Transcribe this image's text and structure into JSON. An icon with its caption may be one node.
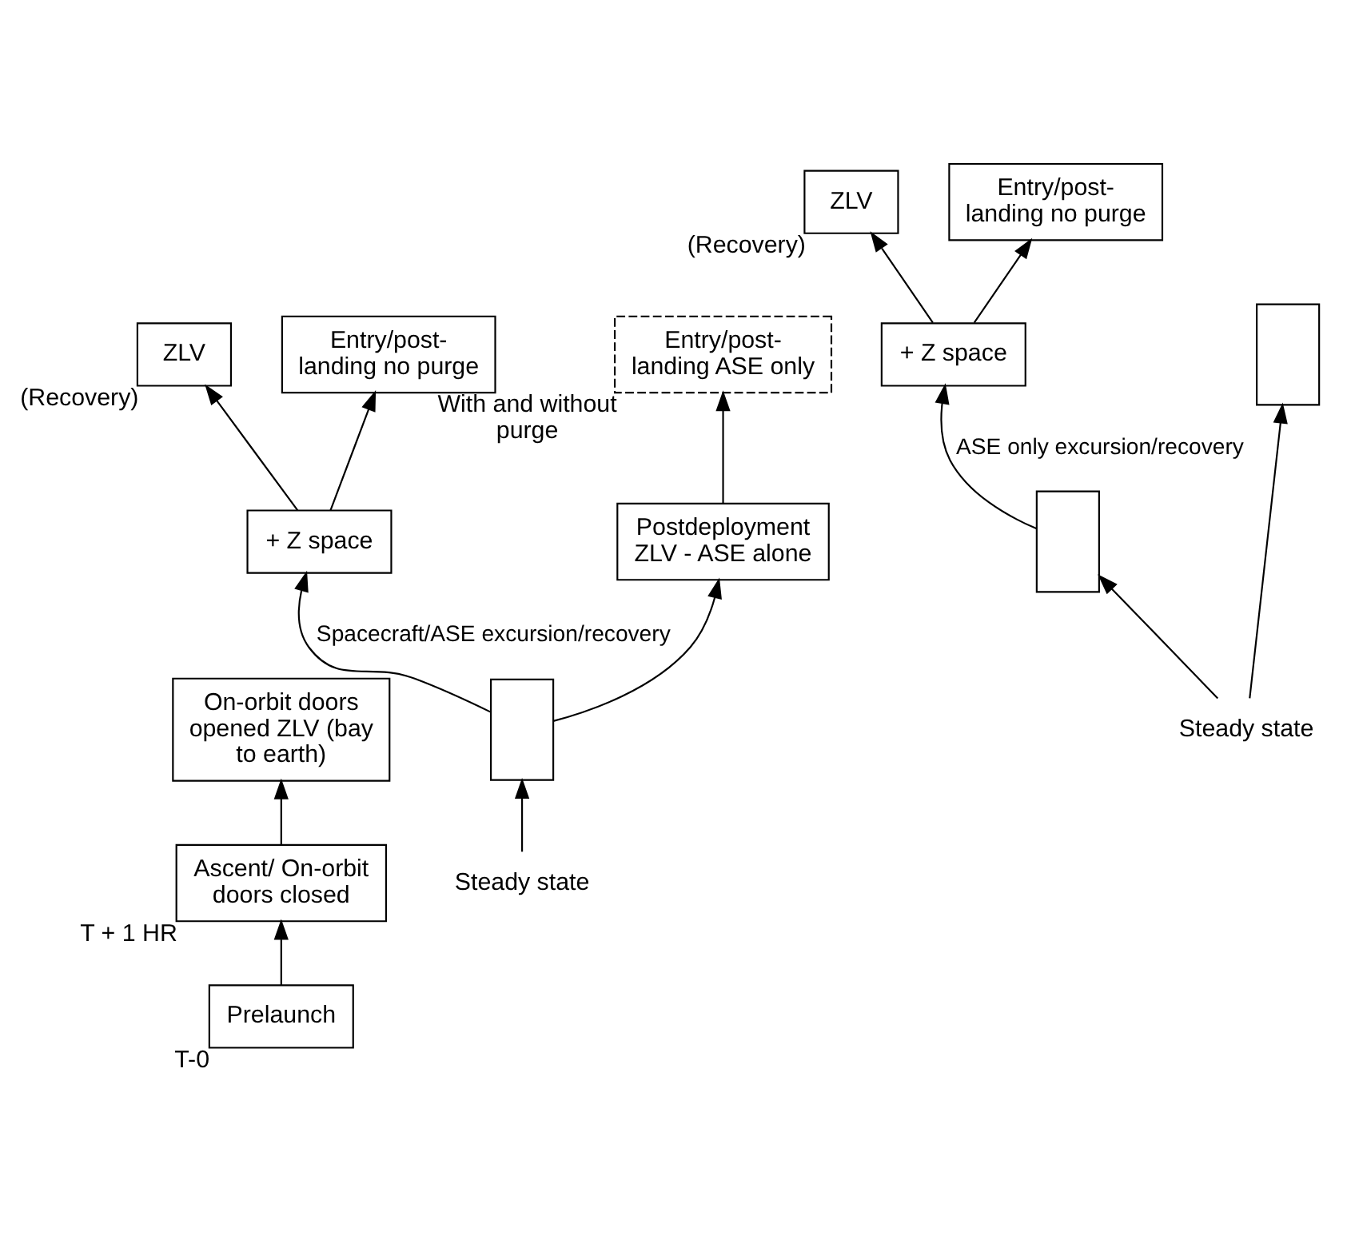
{
  "diagram": {
    "nodes": [
      {
        "text": [
          "Prelaunch"
        ],
        "beside": [
          "T-0"
        ]
      },
      {
        "text": [
          "Ascent/ On-orbit doors closed"
        ],
        "beside": [
          "T + 1 HR"
        ]
      },
      {
        "text": [
          "On-orbit doors opened ZLV (bay to earth)"
        ]
      },
      {
        "text": [],
        "shape": "box"
      },
      {
        "text": [
          "Steady state"
        ]
      },
      {
        "text": [
          "+ Z space"
        ]
      },
      {
        "text": [
          "ZLV"
        ],
        "beside": [
          "(Recovery)"
        ]
      },
      {
        "text": [
          "Entry/post-landing no purge"
        ]
      },
      {
        "text": [
          "Postdeployment ZLV - ASE alone"
        ]
      },
      {
        "text": [],
        "shape": "box"
      },
      {
        "text": [
          "+ Z space"
        ]
      },
      {
        "text": [],
        "shape": "box"
      },
      {
        "text": [
          "ZLV"
        ],
        "beside": [
          "(Recovery)"
        ]
      },
      {
        "text": [
          "Entry/post-landing no purge"
        ]
      },
      {
        "text": [
          "Steady state"
        ]
      },
      {
        "text": [
          "Entry/post-landing ASE only"
        ],
        "beside": [
          "With and without purge"
        ]
      }
    ],
    "edges": [
      {
        "from": 0,
        "to": 1,
        "arrow": "to"
      },
      {
        "from": 1,
        "to": 2,
        "arrow": "to"
      },
      {
        "from": 3,
        "to": 8,
        "arrow": "to"
      },
      {
        "from": 3,
        "to": 5,
        "arrow": "to",
        "label": "Spacecraft/ASE excursion/recovery"
      },
      {
        "from": 5,
        "to": 7,
        "arrow": "to"
      },
      {
        "from": 5,
        "to": 6,
        "arrow": "to"
      },
      {
        "from": 4,
        "to": 3,
        "arrow": "to"
      },
      {
        "from": 9,
        "to": 10,
        "arrow": "to",
        "label": "ASE only excursion/recovery"
      },
      {
        "from": 10,
        "to": 13,
        "arrow": "to"
      },
      {
        "from": 10,
        "to": 12,
        "arrow": "to"
      },
      {
        "from": 14,
        "to": 9,
        "arrow": "to"
      },
      {
        "from": 14,
        "to": 11,
        "arrow": "to"
      },
      {
        "from": 8,
        "to": 15,
        "arrow": "to"
      }
    ]
  }
}
